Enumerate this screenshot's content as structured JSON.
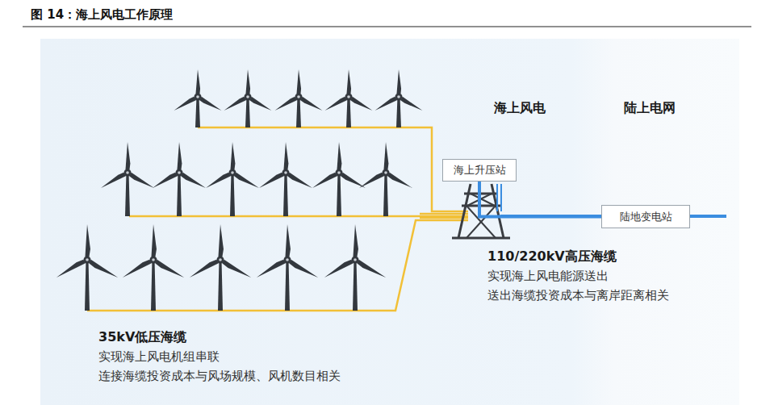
{
  "diagram": {
    "title": "图 14：海上风电工作原理",
    "nodes": [
      {
        "text": [
          "海上升压站"
        ]
      },
      {
        "text": [
          "陆地变电站"
        ]
      }
    ],
    "edges": [
      {
        "from": 0,
        "to": 1,
        "arrow": "none"
      }
    ],
    "labels": [
      "海上风电",
      "陆上电网",
      "110/220kV高压海缆",
      "实现海上风电能源送出",
      "送出海缆投资成本与离岸距离相关",
      "35kV低压海缆",
      "实现海上风电机组串联",
      "连接海缆投资成本与风场规模、风机数目相关"
    ]
  }
}
